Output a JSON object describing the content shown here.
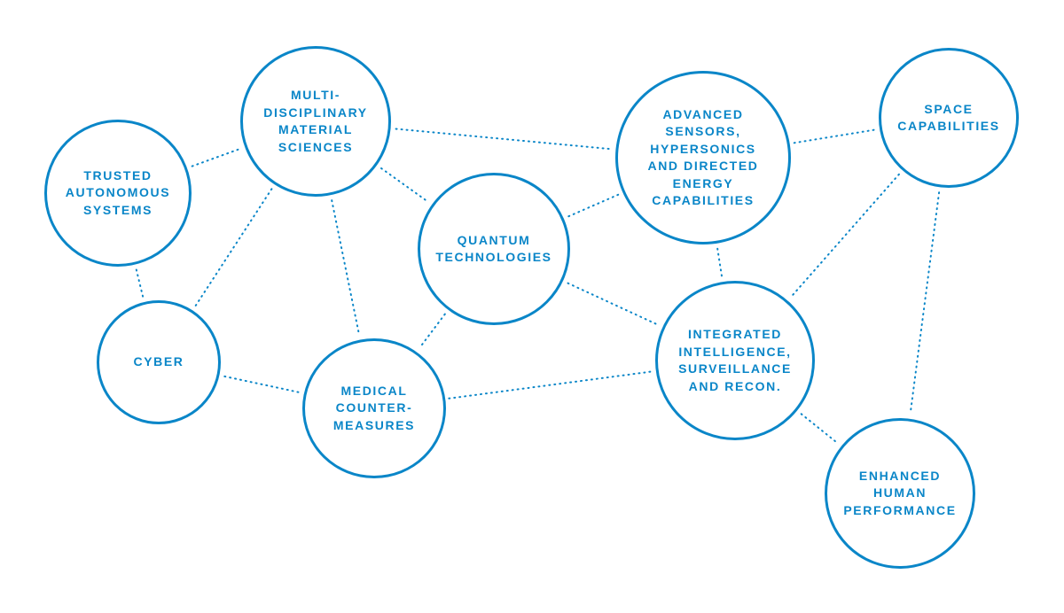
{
  "colors": {
    "accent": "#0a86c8",
    "background": "#ffffff"
  },
  "nodes": {
    "trusted": {
      "label": "TRUSTED\nAUTONOMOUS\nSYSTEMS"
    },
    "materials": {
      "label": "MULTI-\nDISCIPLINARY\nMATERIAL\nSCIENCES"
    },
    "quantum": {
      "label": "QUANTUM\nTECHNOLOGIES"
    },
    "sensors": {
      "label": "ADVANCED\nSENSORS,\nHYPERSONICS\nAND DIRECTED\nENERGY\nCAPABILITIES"
    },
    "space": {
      "label": "SPACE\nCAPABILITIES"
    },
    "cyber": {
      "label": "CYBER"
    },
    "medical": {
      "label": "MEDICAL\nCOUNTER-\nMEASURES"
    },
    "isr": {
      "label": "INTEGRATED\nINTELLIGENCE,\nSURVEILLANCE\nAND RECON."
    },
    "human": {
      "label": "ENHANCED\nHUMAN\nPERFORMANCE"
    }
  },
  "links": [
    [
      "trusted",
      "materials"
    ],
    [
      "trusted",
      "cyber"
    ],
    [
      "materials",
      "cyber"
    ],
    [
      "materials",
      "medical"
    ],
    [
      "materials",
      "quantum"
    ],
    [
      "materials",
      "sensors"
    ],
    [
      "cyber",
      "medical"
    ],
    [
      "quantum",
      "medical"
    ],
    [
      "quantum",
      "sensors"
    ],
    [
      "quantum",
      "isr"
    ],
    [
      "medical",
      "isr"
    ],
    [
      "sensors",
      "isr"
    ],
    [
      "sensors",
      "space"
    ],
    [
      "space",
      "isr"
    ],
    [
      "space",
      "human"
    ],
    [
      "isr",
      "human"
    ]
  ]
}
